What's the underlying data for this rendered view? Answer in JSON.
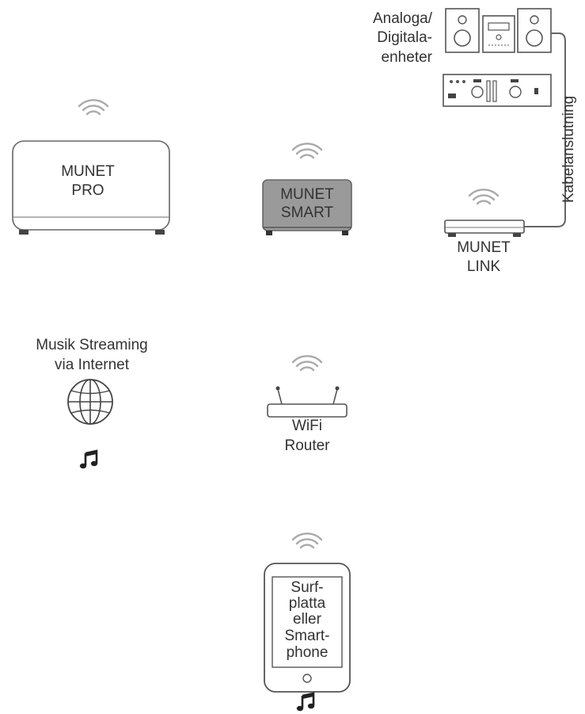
{
  "devices": {
    "munet_pro": [
      "MUNET",
      "PRO"
    ],
    "munet_smart": [
      "MUNET",
      "SMART"
    ],
    "munet_link": [
      "MUNET",
      "LINK"
    ],
    "analog_digital": [
      "Analoga/",
      "Digitala-",
      "enheter"
    ],
    "cable": "Kabelanslutning",
    "streaming": [
      "Musik Streaming",
      "via Internet"
    ],
    "router": [
      "WiFi",
      "Router"
    ],
    "tablet": [
      "Surf-",
      "platta",
      "eller",
      "Smart-",
      "phone"
    ]
  },
  "icons": {
    "wifi": "wifi-icon",
    "globe": "globe-icon",
    "music": "music-note-icon"
  },
  "colors": {
    "line": "#555555",
    "smart_fill": "#9a9a9a",
    "text": "#333333"
  }
}
